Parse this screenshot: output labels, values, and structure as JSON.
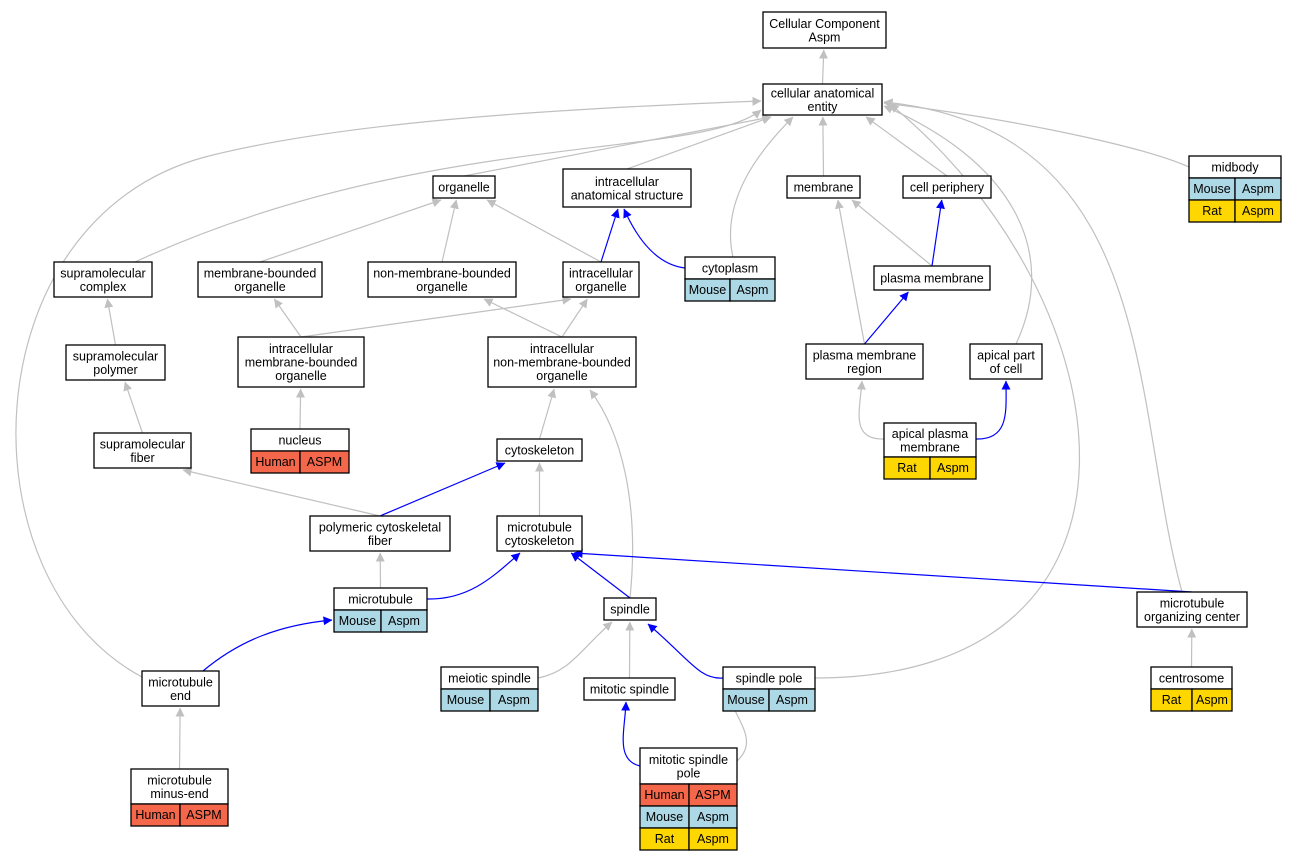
{
  "colors": {
    "gray_edge": "#c0c0c0",
    "blue_edge": "#0000ff",
    "human": "#f4674b",
    "mouse": "#add8e6",
    "rat": "#ffd700"
  },
  "nodes": {
    "root": [
      "Cellular Component",
      "Aspm"
    ],
    "cae": [
      "cellular anatomical",
      "entity"
    ],
    "organelle": [
      "organelle"
    ],
    "ias": [
      "intracellular",
      "anatomical structure"
    ],
    "membrane": [
      "membrane"
    ],
    "cellper": [
      "cell periphery"
    ],
    "midbody": [
      "midbody"
    ],
    "supcomplex": [
      "supramolecular",
      "complex"
    ],
    "mbo": [
      "membrane-bounded",
      "organelle"
    ],
    "nmbo": [
      "non-membrane-bounded",
      "organelle"
    ],
    "intorg": [
      "intracellular",
      "organelle"
    ],
    "cytoplasm": [
      "cytoplasm"
    ],
    "plasmamem": [
      "plasma membrane"
    ],
    "suppolymer": [
      "supramolecular",
      "polymer"
    ],
    "imbo": [
      "intracellular",
      "membrane-bounded",
      "organelle"
    ],
    "inmbo": [
      "intracellular",
      "non-membrane-bounded",
      "organelle"
    ],
    "pmr": [
      "plasma membrane",
      "region"
    ],
    "apicalpart": [
      "apical part",
      "of cell"
    ],
    "supfiber": [
      "supramolecular",
      "fiber"
    ],
    "nucleus": [
      "nucleus"
    ],
    "cytoskeleton": [
      "cytoskeleton"
    ],
    "apm": [
      "apical plasma",
      "membrane"
    ],
    "pcf": [
      "polymeric cytoskeletal",
      "fiber"
    ],
    "mtcyto": [
      "microtubule",
      "cytoskeleton"
    ],
    "microtubule": [
      "microtubule"
    ],
    "spindle": [
      "spindle"
    ],
    "mtoc": [
      "microtubule",
      "organizing center"
    ],
    "mtend": [
      "microtubule",
      "end"
    ],
    "meiotic": [
      "meiotic spindle"
    ],
    "mitotic": [
      "mitotic spindle"
    ],
    "spole": [
      "spindle pole"
    ],
    "centrosome": [
      "centrosome"
    ],
    "mspole": [
      "mitotic spindle",
      "pole"
    ],
    "mtminus": [
      "microtubule",
      "minus-end"
    ]
  },
  "annotations": {
    "midbody": [
      [
        "Mouse",
        "Aspm"
      ],
      [
        "Rat",
        "Aspm"
      ]
    ],
    "cytoplasm": [
      [
        "Mouse",
        "Aspm"
      ]
    ],
    "nucleus": [
      [
        "Human",
        "ASPM"
      ]
    ],
    "apm": [
      [
        "Rat",
        "Aspm"
      ]
    ],
    "microtubule": [
      [
        "Mouse",
        "Aspm"
      ]
    ],
    "meiotic": [
      [
        "Mouse",
        "Aspm"
      ]
    ],
    "spole": [
      [
        "Mouse",
        "Aspm"
      ]
    ],
    "centrosome": [
      [
        "Rat",
        "Aspm"
      ]
    ],
    "mspole": [
      [
        "Human",
        "ASPM"
      ],
      [
        "Mouse",
        "Aspm"
      ],
      [
        "Rat",
        "Aspm"
      ]
    ],
    "mtminus": [
      [
        "Human",
        "ASPM"
      ]
    ]
  },
  "edges": [
    {
      "from": "cae",
      "to": "root",
      "color": "gray"
    },
    {
      "from": "organelle",
      "to": "cae",
      "color": "gray"
    },
    {
      "from": "ias",
      "to": "cae",
      "color": "gray"
    },
    {
      "from": "membrane",
      "to": "cae",
      "color": "gray"
    },
    {
      "from": "cellper",
      "to": "cae",
      "color": "gray"
    },
    {
      "from": "midbody",
      "to": "cae",
      "color": "gray"
    },
    {
      "from": "supcomplex",
      "to": "cae",
      "color": "gray"
    },
    {
      "from": "cytoplasm",
      "to": "cae",
      "color": "gray"
    },
    {
      "from": "apicalpart",
      "to": "cae",
      "color": "gray"
    },
    {
      "from": "spole",
      "to": "cae",
      "color": "gray"
    },
    {
      "from": "mtoc",
      "to": "cae",
      "color": "gray"
    },
    {
      "from": "mtend",
      "to": "cae",
      "color": "gray"
    },
    {
      "from": "mbo",
      "to": "organelle",
      "color": "gray"
    },
    {
      "from": "nmbo",
      "to": "organelle",
      "color": "gray"
    },
    {
      "from": "intorg",
      "to": "organelle",
      "color": "gray"
    },
    {
      "from": "intorg",
      "to": "ias",
      "color": "blue"
    },
    {
      "from": "cytoplasm",
      "to": "ias",
      "color": "blue"
    },
    {
      "from": "plasmamem",
      "to": "membrane",
      "color": "gray"
    },
    {
      "from": "plasmamem",
      "to": "cellper",
      "color": "blue"
    },
    {
      "from": "pmr",
      "to": "membrane",
      "color": "gray"
    },
    {
      "from": "pmr",
      "to": "plasmamem",
      "color": "blue"
    },
    {
      "from": "suppolymer",
      "to": "supcomplex",
      "color": "gray"
    },
    {
      "from": "imbo",
      "to": "mbo",
      "color": "gray"
    },
    {
      "from": "imbo",
      "to": "intorg",
      "color": "gray"
    },
    {
      "from": "inmbo",
      "to": "nmbo",
      "color": "gray"
    },
    {
      "from": "inmbo",
      "to": "intorg",
      "color": "gray"
    },
    {
      "from": "supfiber",
      "to": "suppolymer",
      "color": "gray"
    },
    {
      "from": "nucleus",
      "to": "imbo",
      "color": "gray"
    },
    {
      "from": "cytoskeleton",
      "to": "inmbo",
      "color": "gray"
    },
    {
      "from": "spindle",
      "to": "inmbo",
      "color": "gray"
    },
    {
      "from": "apm",
      "to": "pmr",
      "color": "gray"
    },
    {
      "from": "apm",
      "to": "apicalpart",
      "color": "blue"
    },
    {
      "from": "pcf",
      "to": "supfiber",
      "color": "gray"
    },
    {
      "from": "pcf",
      "to": "cytoskeleton",
      "color": "blue"
    },
    {
      "from": "mtcyto",
      "to": "cytoskeleton",
      "color": "gray"
    },
    {
      "from": "microtubule",
      "to": "pcf",
      "color": "gray"
    },
    {
      "from": "microtubule",
      "to": "mtcyto",
      "color": "blue"
    },
    {
      "from": "spindle",
      "to": "mtcyto",
      "color": "blue"
    },
    {
      "from": "mtoc",
      "to": "mtcyto",
      "color": "blue"
    },
    {
      "from": "mtend",
      "to": "microtubule",
      "color": "blue"
    },
    {
      "from": "meiotic",
      "to": "spindle",
      "color": "gray"
    },
    {
      "from": "mitotic",
      "to": "spindle",
      "color": "gray"
    },
    {
      "from": "spole",
      "to": "spindle",
      "color": "blue"
    },
    {
      "from": "centrosome",
      "to": "mtoc",
      "color": "gray"
    },
    {
      "from": "mspole",
      "to": "mitotic",
      "color": "blue"
    },
    {
      "from": "mspole",
      "to": "spole",
      "color": "gray"
    },
    {
      "from": "mtminus",
      "to": "mtend",
      "color": "gray"
    }
  ]
}
